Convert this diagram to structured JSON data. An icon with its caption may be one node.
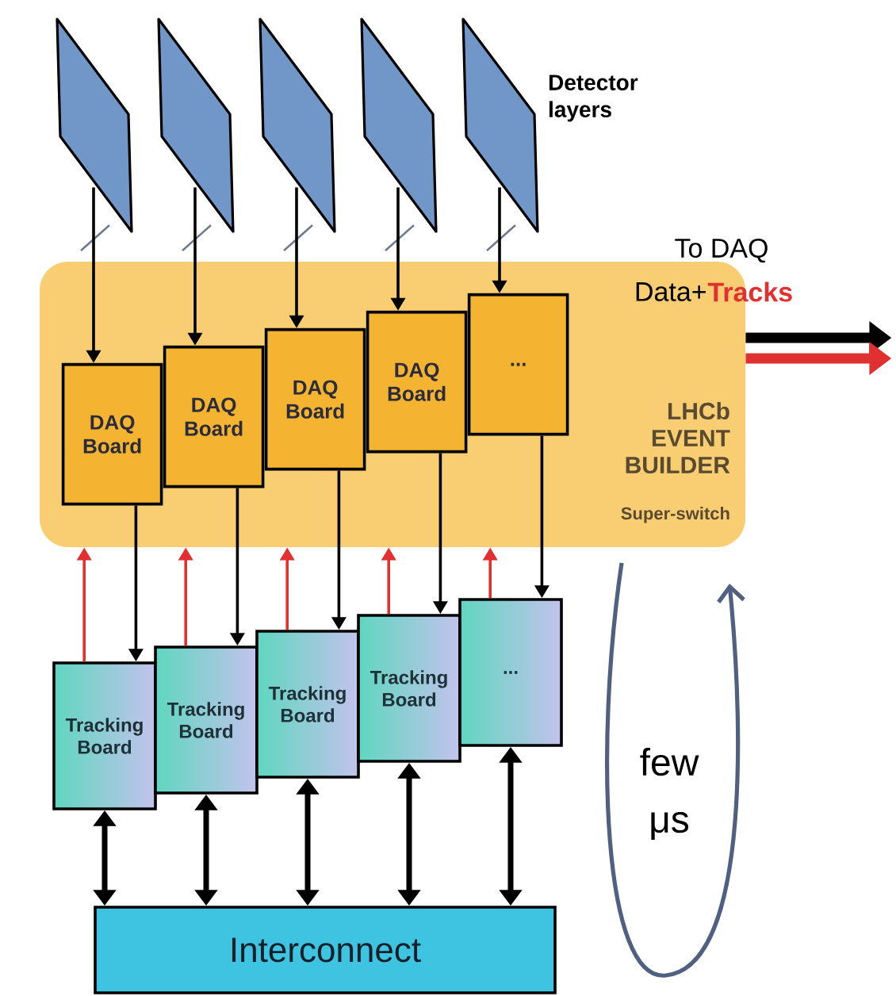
{
  "diagram": {
    "nodes": [
      {
        "text": [
          "LHCb EVENT BUILDER",
          "Super-switch"
        ]
      },
      {
        "text": [],
        "shape": "parallelogram"
      },
      {
        "text": [],
        "shape": "parallelogram"
      },
      {
        "text": [],
        "shape": "parallelogram"
      },
      {
        "text": [],
        "shape": "parallelogram"
      },
      {
        "text": [],
        "shape": "parallelogram"
      },
      {
        "text": [
          "DAQ Board"
        ],
        "in": 0
      },
      {
        "text": [
          "DAQ Board"
        ],
        "in": 0
      },
      {
        "text": [
          "DAQ Board"
        ],
        "in": 0
      },
      {
        "text": [
          "DAQ Board"
        ],
        "in": 0
      },
      {
        "text": [
          "..."
        ],
        "in": 0
      },
      {
        "text": [
          "Tracking Board"
        ]
      },
      {
        "text": [
          "Tracking Board"
        ]
      },
      {
        "text": [
          "Tracking Board"
        ]
      },
      {
        "text": [
          "Tracking Board"
        ]
      },
      {
        "text": [
          "..."
        ]
      },
      {
        "text": [
          "Interconnect"
        ]
      }
    ],
    "edges": [
      {
        "from": 1,
        "to": 6,
        "arrow": "to"
      },
      {
        "from": 2,
        "to": 7,
        "arrow": "to"
      },
      {
        "from": 3,
        "to": 8,
        "arrow": "to"
      },
      {
        "from": 4,
        "to": 9,
        "arrow": "to"
      },
      {
        "from": 5,
        "to": 10,
        "arrow": "to"
      },
      {
        "from": 6,
        "to": 11,
        "arrow": "to"
      },
      {
        "from": 7,
        "to": 12,
        "arrow": "to"
      },
      {
        "from": 8,
        "to": 13,
        "arrow": "to"
      },
      {
        "from": 9,
        "to": 14,
        "arrow": "to"
      },
      {
        "from": 10,
        "to": 15,
        "arrow": "to"
      },
      {
        "from": 11,
        "to": 0,
        "arrow": "to",
        "color": "#e03030"
      },
      {
        "from": 12,
        "to": 0,
        "arrow": "to",
        "color": "#e03030"
      },
      {
        "from": 13,
        "to": 0,
        "arrow": "to",
        "color": "#e03030"
      },
      {
        "from": 14,
        "to": 0,
        "arrow": "to",
        "color": "#e03030"
      },
      {
        "from": 15,
        "to": 0,
        "arrow": "to",
        "color": "#e03030"
      },
      {
        "from": 11,
        "to": 16,
        "arrow": "both",
        "style": "thick"
      },
      {
        "from": 12,
        "to": 16,
        "arrow": "both",
        "style": "thick"
      },
      {
        "from": 13,
        "to": 16,
        "arrow": "both",
        "style": "thick"
      },
      {
        "from": 14,
        "to": 16,
        "arrow": "both",
        "style": "thick"
      },
      {
        "from": 15,
        "to": 16,
        "arrow": "both",
        "style": "thick"
      },
      {
        "from": 0,
        "to": null,
        "arrow": "to",
        "style": "thick"
      },
      {
        "from": 0,
        "to": null,
        "arrow": "to",
        "style": "thick",
        "color": "#e03030"
      }
    ],
    "labels": [
      "Detector layers",
      "To DAQ",
      "Data+",
      "Tracks",
      "few μs"
    ]
  }
}
